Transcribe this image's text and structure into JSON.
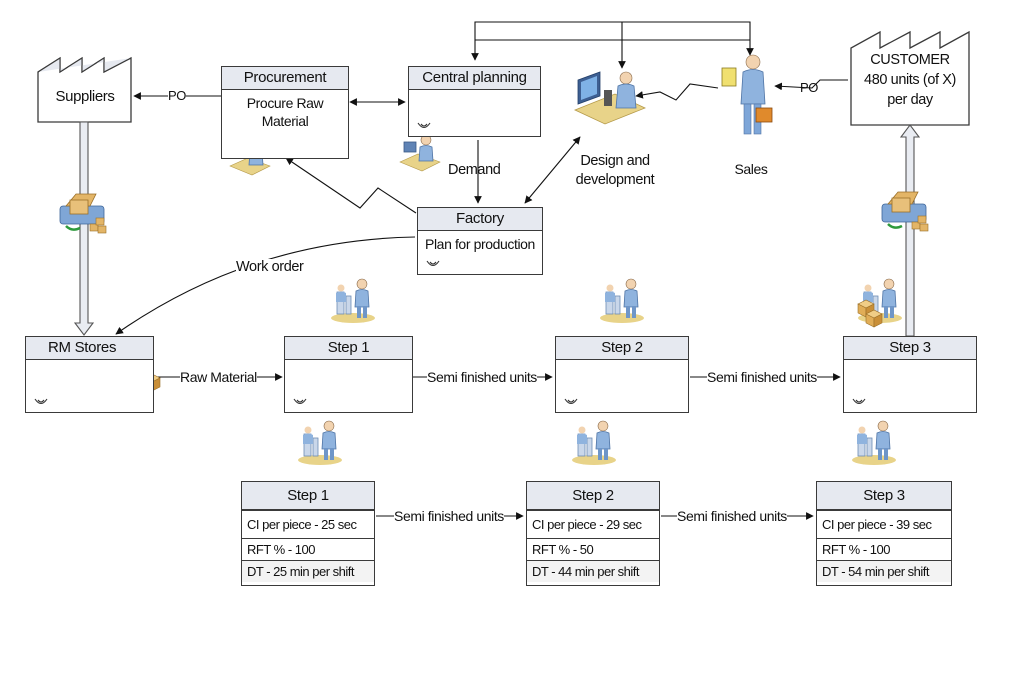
{
  "nodes": {
    "suppliers": {
      "label": "Suppliers"
    },
    "customer": {
      "title": "CUSTOMER",
      "line2": "480 units (of X)",
      "line3": "per day"
    },
    "procurement": {
      "title": "Procurement",
      "line1": "Procure Raw",
      "line2": "Material"
    },
    "central_planning": {
      "title": "Central planning"
    },
    "factory": {
      "title": "Factory",
      "body": "Plan for production"
    },
    "design": {
      "line1": "Design and",
      "line2": "development"
    },
    "sales": {
      "label": "Sales"
    },
    "rm_stores": {
      "title": "RM Stores"
    },
    "steps": [
      {
        "title": "Step 1"
      },
      {
        "title": "Step 2"
      },
      {
        "title": "Step 3"
      }
    ]
  },
  "data_boxes": [
    {
      "title": "Step 1",
      "ct": "CI per piece - 25 sec",
      "rft": "RFT % - 100",
      "dt": "DT - 25 min per shift"
    },
    {
      "title": "Step 2",
      "ct": "CI per piece - 29 sec",
      "rft": "RFT % - 50",
      "dt": "DT - 44 min per shift"
    },
    {
      "title": "Step 3",
      "ct": "CI per piece - 39 sec",
      "rft": "RFT % - 100",
      "dt": "DT - 54 min per shift"
    }
  ],
  "labels": {
    "po_left": "PO",
    "po_right": "PO",
    "demand": "Demand",
    "work_order": "Work order",
    "raw_material": "Raw Material",
    "semi_1": "Semi finished units",
    "semi_2": "Semi finished units",
    "semi_3": "Semi finished units",
    "semi_4": "Semi finished units"
  },
  "colors": {
    "header_fill": "#e6e9f0",
    "person_body": "#8fb3de",
    "box_tan": "#e3b567",
    "desk": "#e8d389",
    "arrow_fill": "#e9ecf2"
  },
  "icons": [
    "factory-icon",
    "worker-icon",
    "truck-icon",
    "inventory-icon",
    "operator-icon",
    "computer-icon",
    "salesperson-icon"
  ]
}
